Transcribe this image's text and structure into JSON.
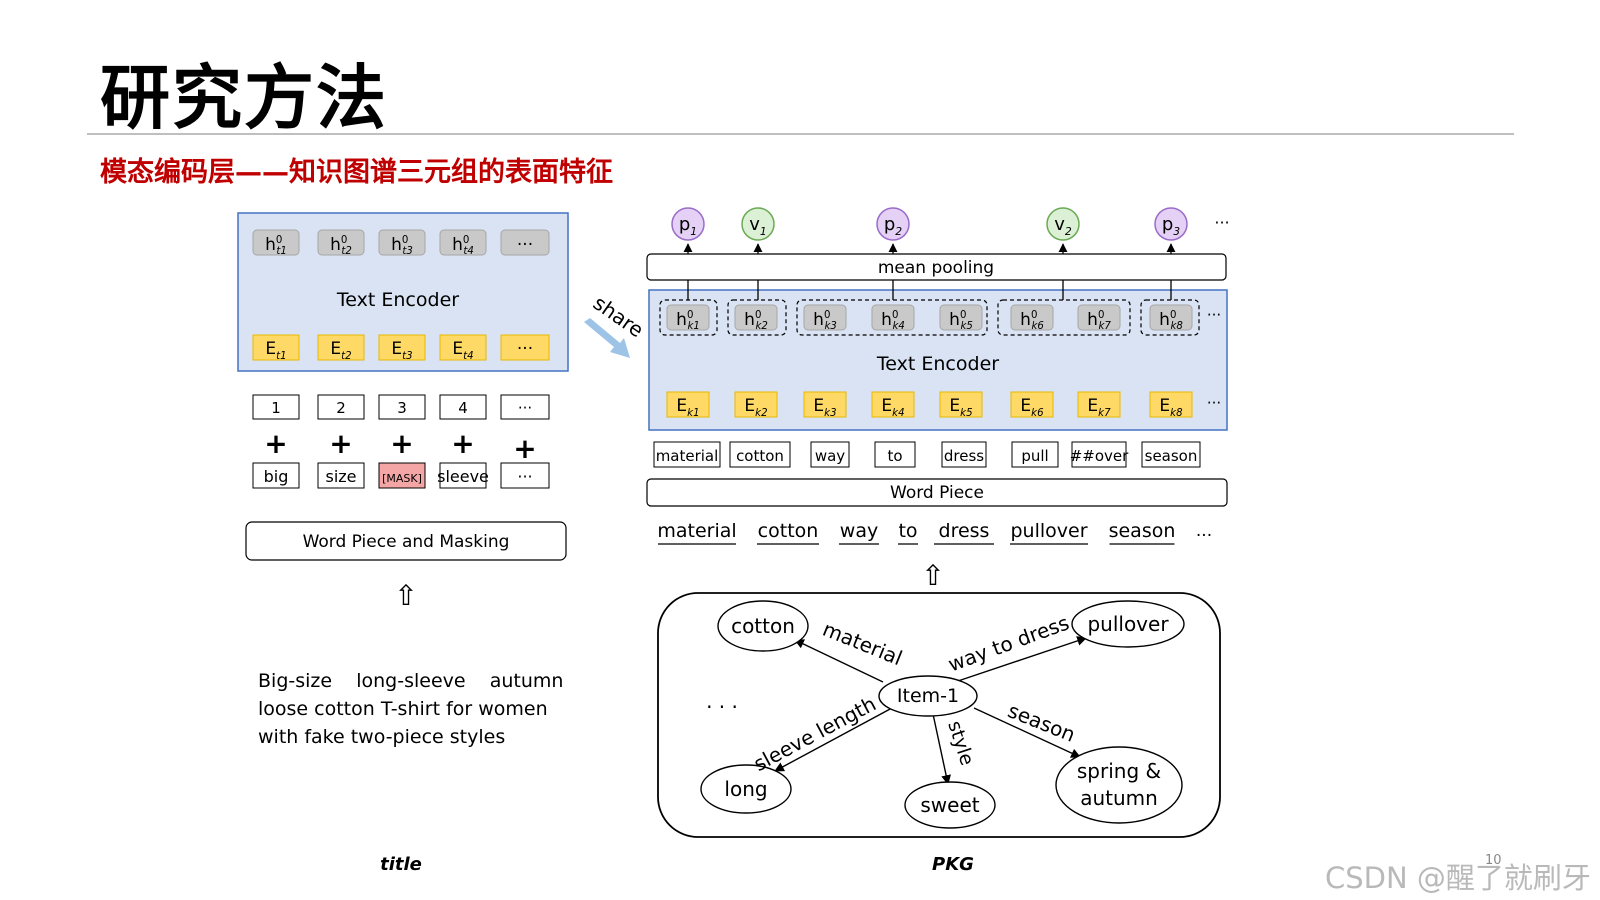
{
  "slide": {
    "title": "研究方法",
    "subtitle": "模态编码层——知识图谱三元组的表面特征",
    "page_number": "10",
    "watermark": "CSDN @醒了就刷牙"
  },
  "left_panel": {
    "hidden": [
      {
        "base": "h",
        "sup": "0",
        "sub": "t1"
      },
      {
        "base": "h",
        "sup": "0",
        "sub": "t2"
      },
      {
        "base": "h",
        "sup": "0",
        "sub": "t3"
      },
      {
        "base": "h",
        "sup": "0",
        "sub": "t4"
      },
      {
        "base": "···",
        "sup": "",
        "sub": ""
      }
    ],
    "encoder_label": "Text Encoder",
    "embeddings": [
      {
        "base": "E",
        "sub": "t1"
      },
      {
        "base": "E",
        "sub": "t2"
      },
      {
        "base": "E",
        "sub": "t3"
      },
      {
        "base": "E",
        "sub": "t4"
      },
      {
        "base": "···",
        "sub": ""
      }
    ],
    "positions": [
      "1",
      "2",
      "3",
      "4",
      "···"
    ],
    "plus": "+",
    "tokens": [
      "big",
      "size",
      "[MASK]",
      "sleeve",
      "···"
    ],
    "wordpiece_label": "Word Piece and Masking",
    "up_arrow": "⇧",
    "title_text": [
      "Big-size    long-sleeve    autumn",
      "loose cotton T-shirt for women",
      "with fake two-piece styles"
    ],
    "caption": "title"
  },
  "share_label": "share",
  "right_panel": {
    "outputs": [
      {
        "base": "p",
        "sub": "1",
        "kind": "p"
      },
      {
        "base": "v",
        "sub": "1",
        "kind": "v"
      },
      {
        "base": "p",
        "sub": "2",
        "kind": "p"
      },
      {
        "base": "v",
        "sub": "2",
        "kind": "v"
      },
      {
        "base": "p",
        "sub": "3",
        "kind": "p"
      }
    ],
    "outputs_ellipsis": "···",
    "pooling_label": "mean pooling",
    "hidden": [
      {
        "base": "h",
        "sup": "0",
        "sub": "k1"
      },
      {
        "base": "h",
        "sup": "0",
        "sub": "k2"
      },
      {
        "base": "h",
        "sup": "0",
        "sub": "k3"
      },
      {
        "base": "h",
        "sup": "0",
        "sub": "k4"
      },
      {
        "base": "h",
        "sup": "0",
        "sub": "k5"
      },
      {
        "base": "h",
        "sup": "0",
        "sub": "k6"
      },
      {
        "base": "h",
        "sup": "0",
        "sub": "k7"
      },
      {
        "base": "h",
        "sup": "0",
        "sub": "k8"
      }
    ],
    "encoder_label": "Text Encoder",
    "embeddings": [
      {
        "base": "E",
        "sub": "k1"
      },
      {
        "base": "E",
        "sub": "k2"
      },
      {
        "base": "E",
        "sub": "k3"
      },
      {
        "base": "E",
        "sub": "k4"
      },
      {
        "base": "E",
        "sub": "k5"
      },
      {
        "base": "E",
        "sub": "k6"
      },
      {
        "base": "E",
        "sub": "k7"
      },
      {
        "base": "E",
        "sub": "k8"
      }
    ],
    "row_ellipsis": "···",
    "wordpieces": [
      "material",
      "cotton",
      "way",
      "to",
      "dress",
      "pull",
      "##over",
      "season"
    ],
    "wordpiece_label": "Word Piece",
    "words": [
      "material",
      "cotton",
      "way",
      "to",
      "dress",
      "pullover",
      "season"
    ],
    "words_ellipsis": "...",
    "up_arrow": "⇧",
    "caption": "PKG"
  },
  "graph": {
    "center": "Item-1",
    "nodes": {
      "cotton": "cotton",
      "pullover": "pullover",
      "long": "long",
      "sweet": "sweet",
      "spring_line1": "spring &",
      "spring_line2": "autumn"
    },
    "edges": {
      "material": "material",
      "way_to_dress": "way to dress",
      "sleeve_length": "sleeve length",
      "style": "style",
      "season": "season"
    },
    "ellipsis": "· · ·"
  },
  "colors": {
    "encoder_fill": "#dae3f3",
    "encoder_stroke": "#4472c4",
    "hidden_fill": "#c9c9c9",
    "embed_fill": "#ffd966",
    "mask_fill": "#f4a6a6",
    "p_fill": "#e4d1f5",
    "p_stroke": "#9a6cc8",
    "v_fill": "#dcf0d5",
    "v_stroke": "#6aaa54",
    "share_arrow": "#9dc3e6",
    "subtitle": "#c00000"
  }
}
